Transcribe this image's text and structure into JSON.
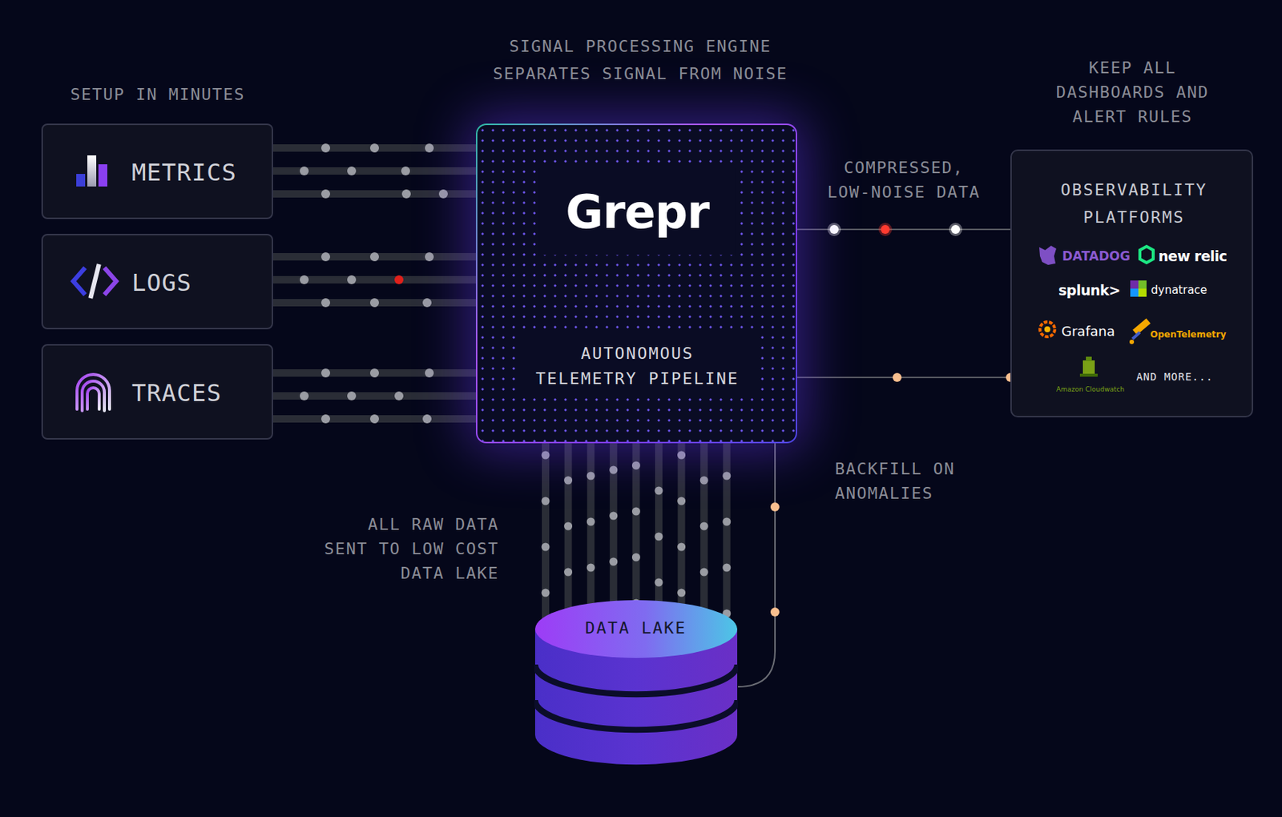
{
  "diagram": {
    "nodes": [
      {
        "text": [
          "METRICS"
        ]
      },
      {
        "text": [
          "LOGS"
        ]
      },
      {
        "text": [
          "TRACES"
        ]
      },
      {
        "text": [
          "Grepr",
          "AUTONOMOUS TELEMETRY PIPELINE"
        ]
      },
      {
        "text": [
          "OBSERVABILITY PLATFORMS",
          "DATADOG",
          "new relic",
          "splunk>",
          "dynatrace",
          "Grafana",
          "OpenTelemetry",
          "Amazon Cloudwatch",
          "AND MORE..."
        ]
      },
      {
        "text": [
          "DATA LAKE"
        ]
      }
    ],
    "edges": [
      {
        "from": 0,
        "to": 3,
        "arrow": "none"
      },
      {
        "from": 1,
        "to": 3,
        "arrow": "none"
      },
      {
        "from": 2,
        "to": 3,
        "arrow": "none"
      },
      {
        "from": 3,
        "to": 4,
        "label": "COMPRESSED, LOW-NOISE DATA",
        "arrow": "none"
      },
      {
        "from": 3,
        "to": 4,
        "arrow": "none"
      },
      {
        "from": 3,
        "to": 5,
        "label": "ALL RAW DATA SENT TO LOW COST DATA LAKE",
        "arrow": "none"
      },
      {
        "from": 5,
        "to": 3,
        "label": "BACKFILL ON ANOMALIES",
        "arrow": "none"
      }
    ],
    "labels": [
      "SETUP IN MINUTES",
      "SIGNAL PROCESSING ENGINE SEPARATES SIGNAL FROM NOISE",
      "KEEP ALL DASHBOARDS AND ALERT RULES"
    ]
  }
}
